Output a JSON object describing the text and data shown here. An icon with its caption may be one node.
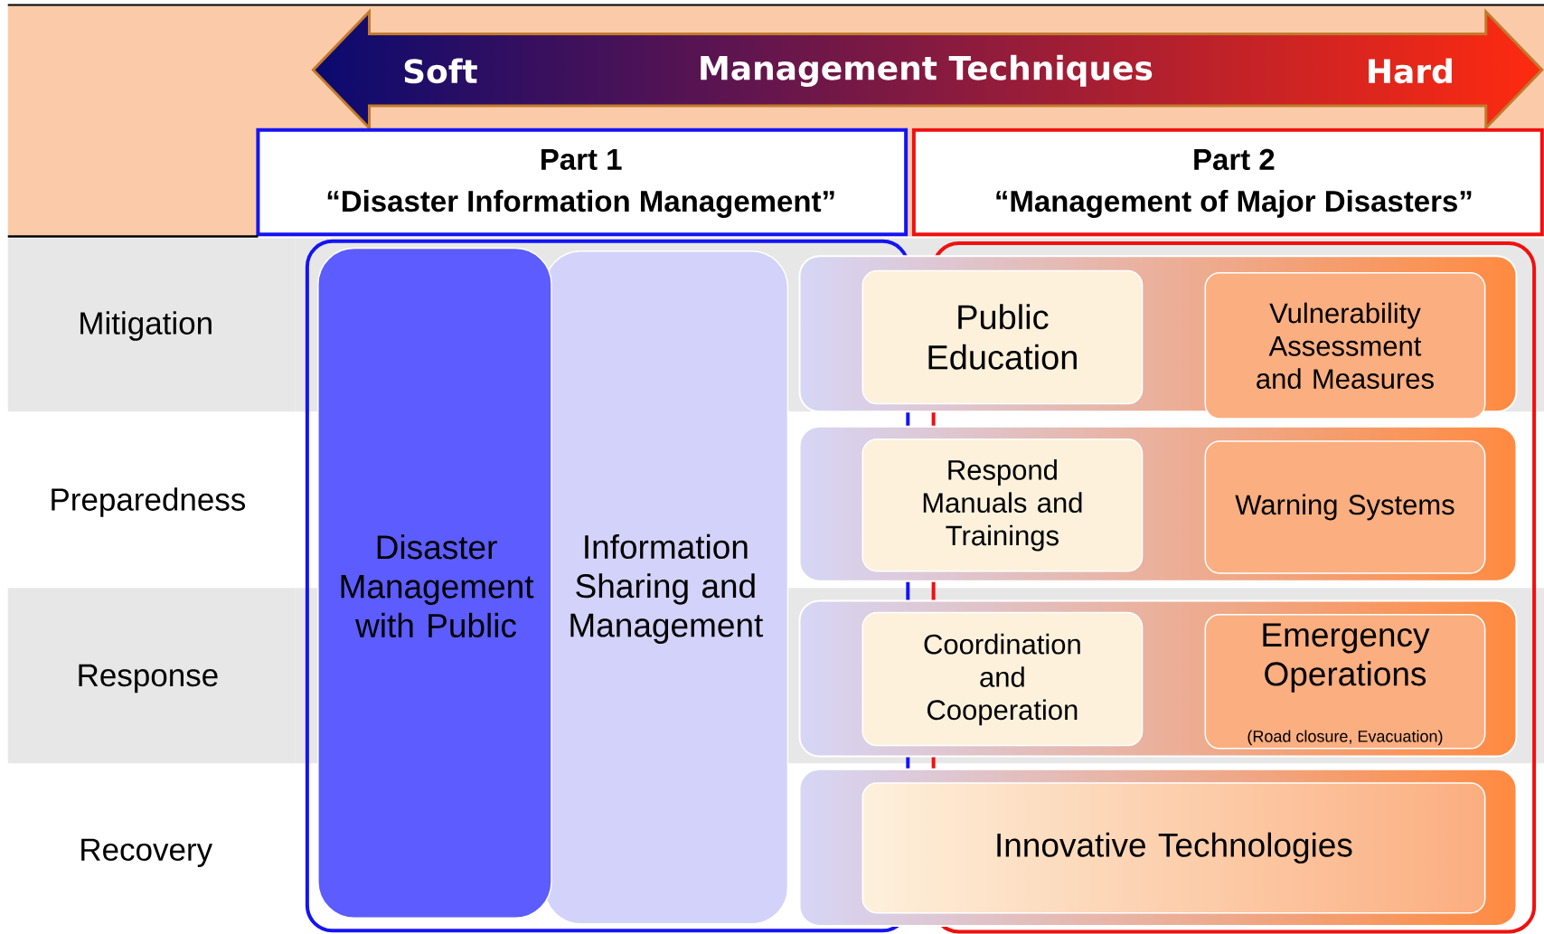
{
  "diagram": {
    "nodes": [
      {
        "text": [
          "Soft",
          "Management Techniques",
          "Hard"
        ]
      },
      {
        "text": [
          "Part 1",
          "“Disaster Information Management”"
        ]
      },
      {
        "text": [
          "Part 2",
          "“Management of Major Disasters”"
        ]
      },
      {
        "text": [
          "Mitigation"
        ]
      },
      {
        "text": [
          "Preparedness"
        ]
      },
      {
        "text": [
          "Response"
        ]
      },
      {
        "text": [
          "Recovery"
        ]
      },
      {
        "text": [],
        "shape": "box"
      },
      {
        "text": [
          "Disaster Management with Public"
        ],
        "in": 7
      },
      {
        "text": [
          "Information Sharing and Management"
        ],
        "in": 7
      },
      {
        "text": [],
        "shape": "box"
      },
      {
        "text": [],
        "shape": "bar"
      },
      {
        "text": [
          "Public Education"
        ],
        "in": 11
      },
      {
        "text": [
          "Vulnerability Assessment and Measures"
        ],
        "in": 11
      },
      {
        "text": [],
        "shape": "bar"
      },
      {
        "text": [
          "Respond Manuals and Trainings"
        ],
        "in": 14
      },
      {
        "text": [
          "Warning Systems"
        ],
        "in": 14
      },
      {
        "text": [],
        "shape": "bar"
      },
      {
        "text": [
          "Coordination and Cooperation"
        ],
        "in": 17
      },
      {
        "text": [
          "Emergency Operations",
          "(Road closure, Evacuation)"
        ],
        "in": 17
      },
      {
        "text": [],
        "shape": "bar"
      },
      {
        "text": [
          "Innovative Technologies"
        ],
        "in": 20
      }
    ]
  }
}
